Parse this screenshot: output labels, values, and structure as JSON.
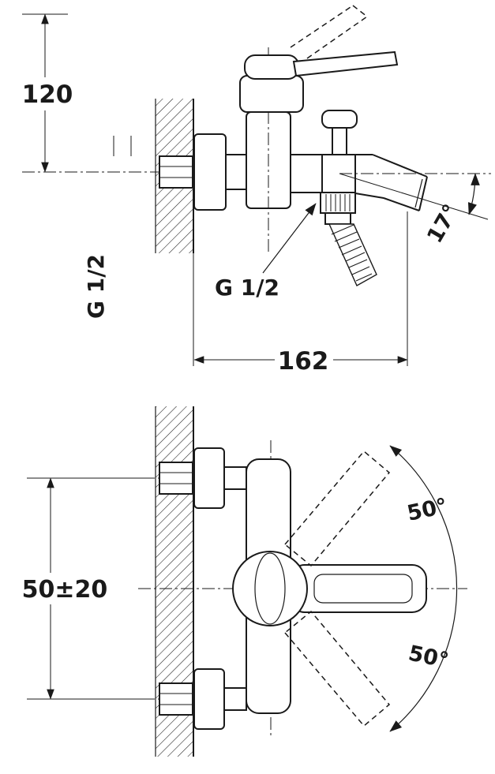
{
  "colors": {
    "line": "#1a1a1a",
    "background": "#ffffff"
  },
  "side_view": {
    "dim_height_label": "120",
    "wall_thread_label": "G 1/2",
    "shower_thread_label": "G 1/2",
    "spout_angle_label": "17°",
    "dim_depth_label": "162"
  },
  "front_view": {
    "dim_spacing_label": "50±20",
    "handle_swing_up_label": "50°",
    "handle_swing_down_label": "50°"
  }
}
